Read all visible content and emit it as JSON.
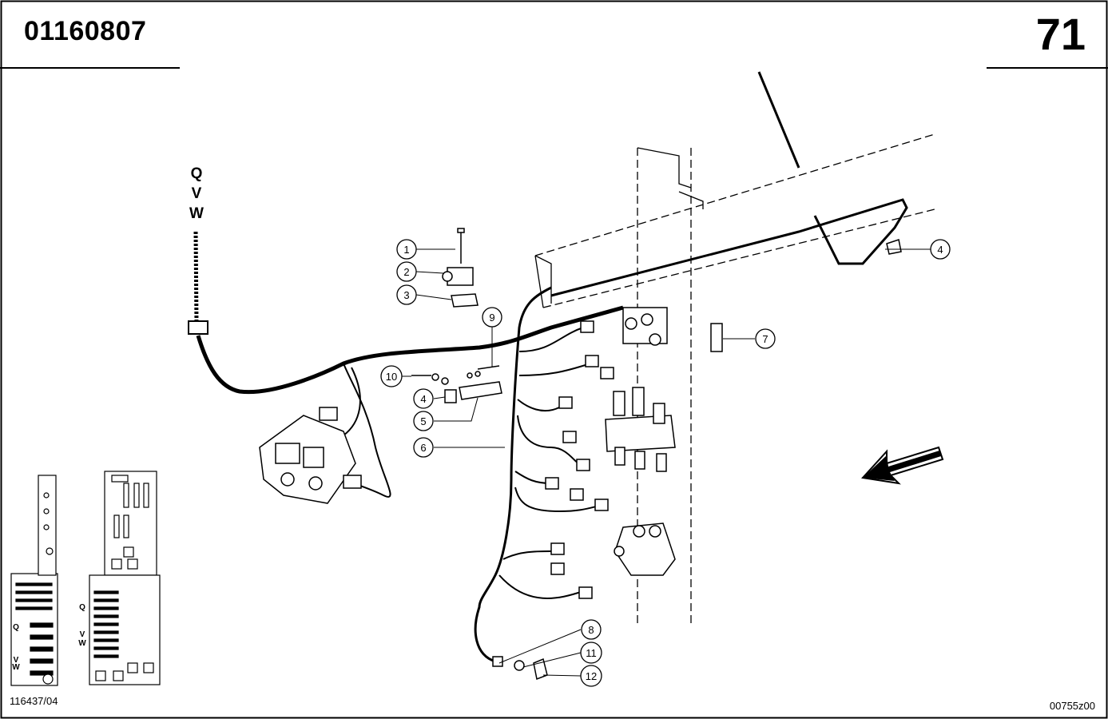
{
  "header": {
    "part_number": "01160807",
    "page_number": "71"
  },
  "footer": {
    "ref_left": "116437/04",
    "ref_right": "00755z00"
  },
  "harness_labels": [
    "Q",
    "V",
    "W"
  ],
  "inset_labels": {
    "left_q": "Q",
    "left_v": "V",
    "left_w": "W",
    "right_q": "Q",
    "right_v": "V",
    "right_w": "W"
  },
  "callouts": {
    "c1": "1",
    "c2": "2",
    "c3": "3",
    "c4a": "4",
    "c4b": "4",
    "c5": "5",
    "c6": "6",
    "c7": "7",
    "c8": "8",
    "c9": "9",
    "c10": "10",
    "c11": "11",
    "c12": "12"
  },
  "icons": {
    "direction": "arrow-icon"
  }
}
